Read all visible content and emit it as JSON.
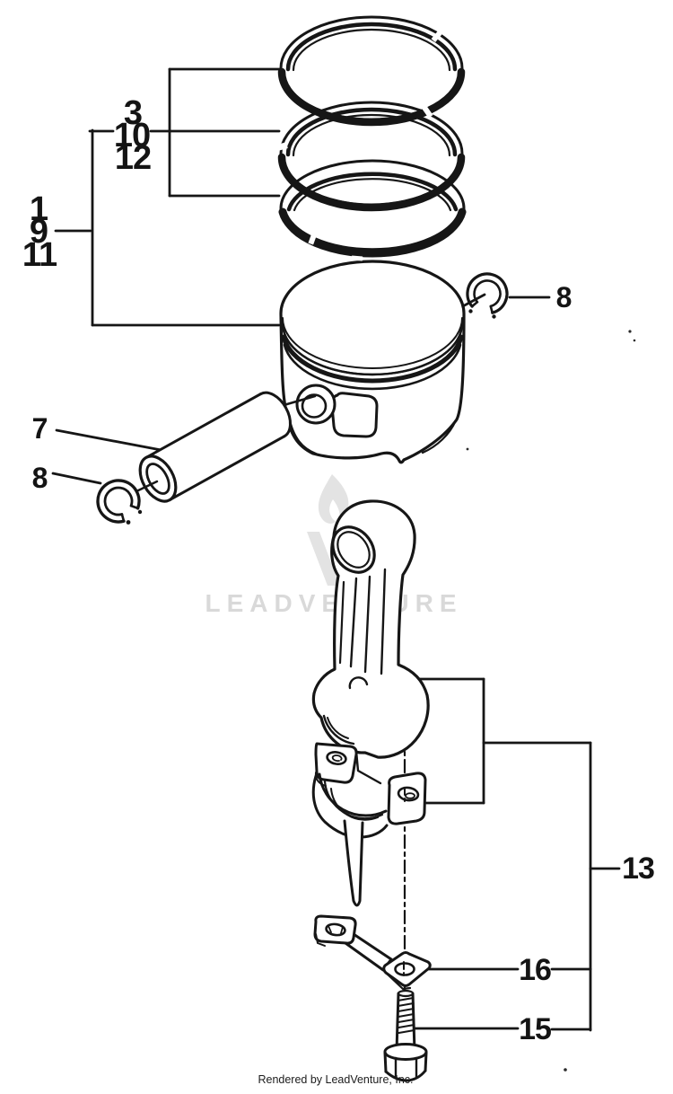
{
  "page": {
    "background_color": "#ffffff",
    "watermark_text": "LEADVENTURE",
    "footer_text": "Rendered by LeadVenture, Inc."
  },
  "diagram": {
    "type": "exploded-parts-diagram",
    "line_color": "#161616",
    "watermark_color": "#d9d9d9",
    "callouts": [
      {
        "label": "3"
      },
      {
        "label": "10"
      },
      {
        "label": "12"
      },
      {
        "label": "1"
      },
      {
        "label": "9"
      },
      {
        "label": "11"
      },
      {
        "label": "7"
      },
      {
        "label": "8"
      },
      {
        "label": "8"
      },
      {
        "label": "13"
      },
      {
        "label": "16"
      },
      {
        "label": "15"
      }
    ]
  }
}
